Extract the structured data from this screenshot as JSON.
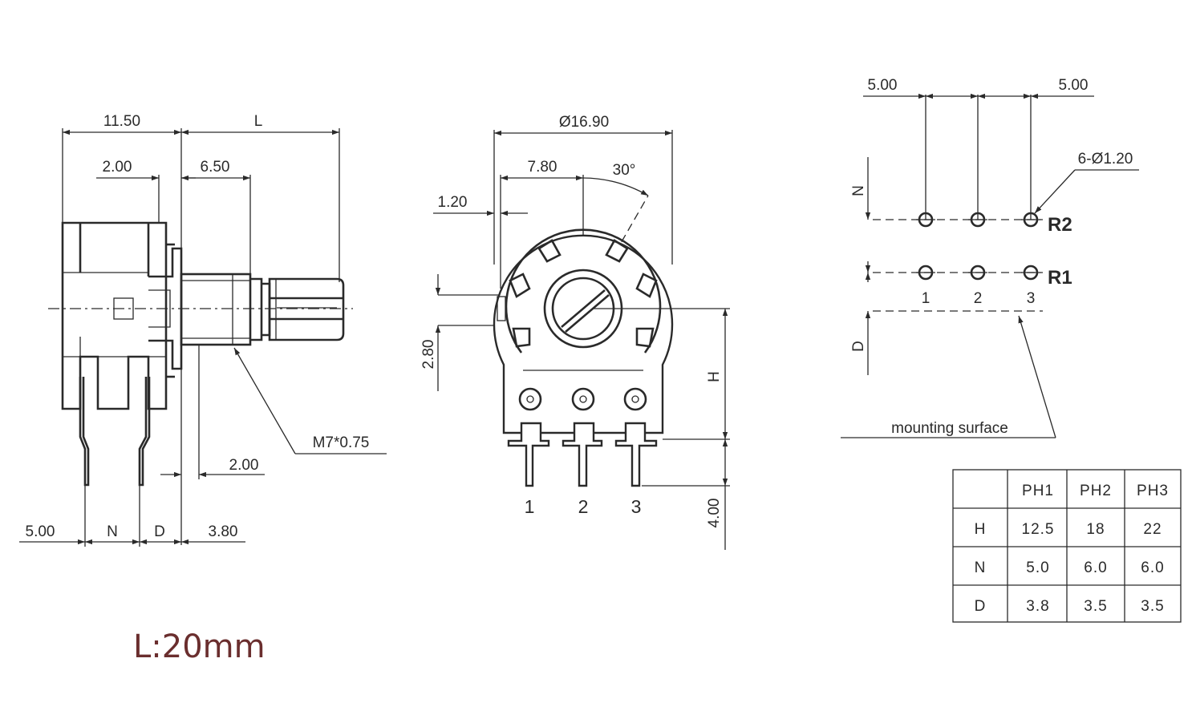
{
  "side_view": {
    "dim_11_50": "11.50",
    "dim_L": "L",
    "dim_2_00_top": "2.00",
    "dim_6_50": "6.50",
    "thread": "M7*0.75",
    "dim_2_00_bottom": "2.00",
    "dim_5_00": "5.00",
    "dim_N": "N",
    "dim_D": "D",
    "dim_3_80": "3.80"
  },
  "front_view": {
    "diameter": "Ø16.90",
    "dim_7_80": "7.80",
    "angle": "30°",
    "dim_1_20": "1.20",
    "dim_2_80": "2.80",
    "dim_H": "H",
    "dim_4_00": "4.00",
    "pins": [
      "1",
      "2",
      "3"
    ]
  },
  "footprint": {
    "pitch_left": "5.00",
    "pitch_right": "5.00",
    "holes": "6-Ø1.20",
    "label_N": "N",
    "label_D": "D",
    "row_r2": "R2",
    "row_r1": "R1",
    "pins": [
      "1",
      "2",
      "3"
    ],
    "mounting_surface": "mounting surface"
  },
  "table": {
    "headers": [
      "",
      "PH1",
      "PH2",
      "PH3"
    ],
    "rows": [
      [
        "H",
        "12.5",
        "18",
        "22"
      ],
      [
        "N",
        "5.0",
        "6.0",
        "6.0"
      ],
      [
        "D",
        "3.8",
        "3.5",
        "3.5"
      ]
    ]
  },
  "note": "L:20mm"
}
